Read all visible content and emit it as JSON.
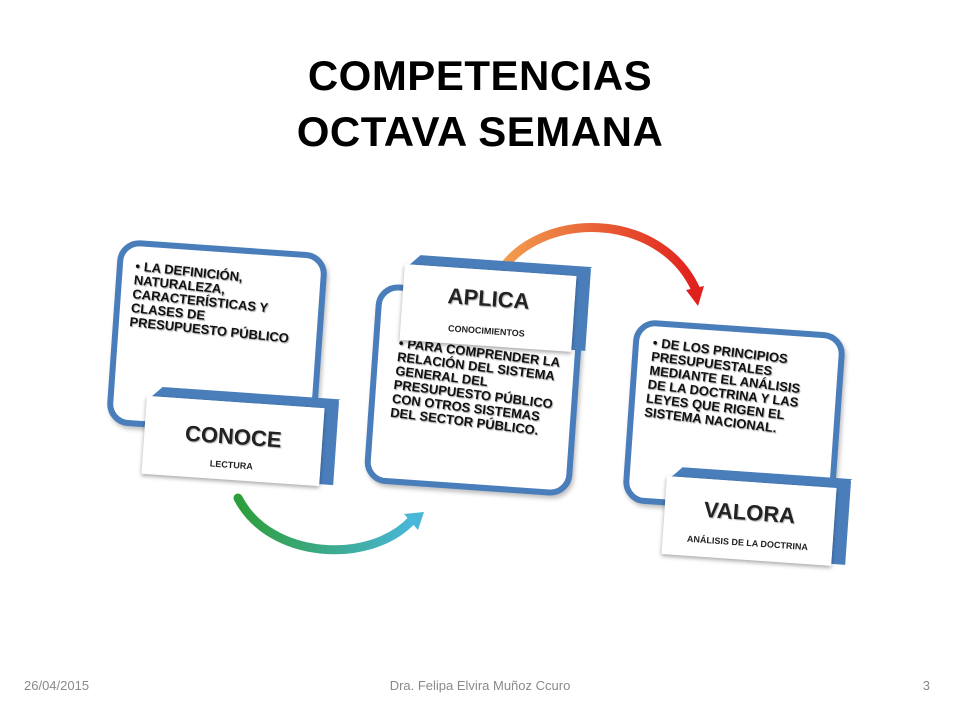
{
  "title": {
    "line1": "COMPETENCIAS",
    "line2": "OCTAVA SEMANA"
  },
  "panels": [
    {
      "text": "LA DEFINICIÓN, NATURALEZA, CARACTERÍSTICAS Y CLASES DE PRESUPUESTO PÚBLICO",
      "label": "CONOCE",
      "sublabel": "LECTURA"
    },
    {
      "text": "PARA COMPRENDER LA RELACIÓN DEL SISTEMA GENERAL DEL PRESUPUESTO PÚBLICO CON OTROS SISTEMAS DEL SECTOR PÚBLICO.",
      "label": "APLICA",
      "sublabel": "CONOCIMIENTOS"
    },
    {
      "text": "DE LOS PRINCIPIOS PRESUPUESTALES MEDIANTE EL ANÁLISIS DE LA  DOCTRINA Y LAS LEYES QUE RIGEN EL SISTEMA NACIONAL.",
      "label": "VALORA",
      "sublabel": "ANÁLISIS DE   LA DOCTRINA"
    }
  ],
  "footer": {
    "date": "26/04/2015",
    "author": "Dra. Felipa  Elvira Muñoz Ccuro",
    "page": "3"
  },
  "colors": {
    "panel_border": "#4a7ebb",
    "arrow1_start": "#2e9e3a",
    "arrow1_end": "#4ab6d8",
    "arrow2_start": "#f2a050",
    "arrow2_end": "#e0201c"
  }
}
